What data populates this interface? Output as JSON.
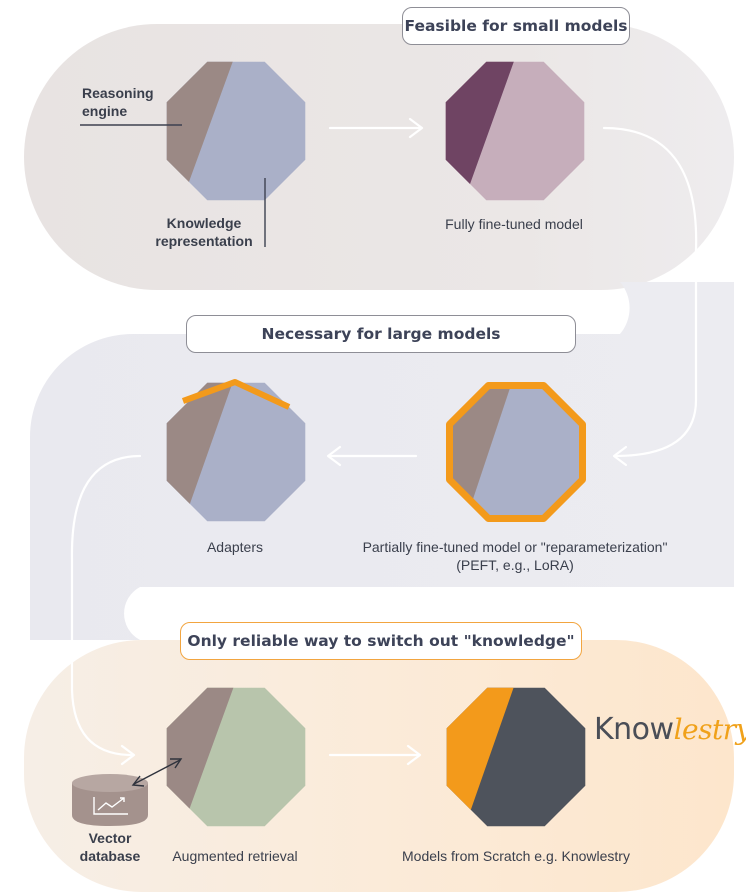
{
  "tags": {
    "small_models": "Feasible for small models",
    "large_models": "Necessary for large models",
    "knowledge_switch": "Only reliable way to switch out \"knowledge\""
  },
  "labels": {
    "reasoning_engine_1": "Reasoning",
    "reasoning_engine_2": "engine",
    "knowledge_repr_1": "Knowledge",
    "knowledge_repr_2": "representation",
    "fully_fine_tuned": "Fully fine-tuned model",
    "adapters": "Adapters",
    "partially_fine_tuned_1": "Partially fine-tuned model or \"reparameterization\"",
    "partially_fine_tuned_2": "(PEFT, e.g., LoRA)",
    "vector_db_1": "Vector",
    "vector_db_2": "database",
    "augmented_retrieval": "Augmented retrieval",
    "from_scratch": "Models from Scratch e.g. Knowlestry"
  },
  "brand": {
    "head": "Know",
    "tail": "lestry"
  },
  "colors": {
    "band_top": "#ebe7e6",
    "band_middle": "#ebebf0",
    "band_bottom": "#fdebd8",
    "reasoning": "#9b8985",
    "knowledge": "#aab0c8",
    "fine_tuned_dark": "#6f4463",
    "fine_tuned_light": "#c6aebb",
    "accent_orange": "#f39a1b",
    "retrieval_green": "#b8c5ac",
    "scratch_dark": "#4e535c"
  }
}
